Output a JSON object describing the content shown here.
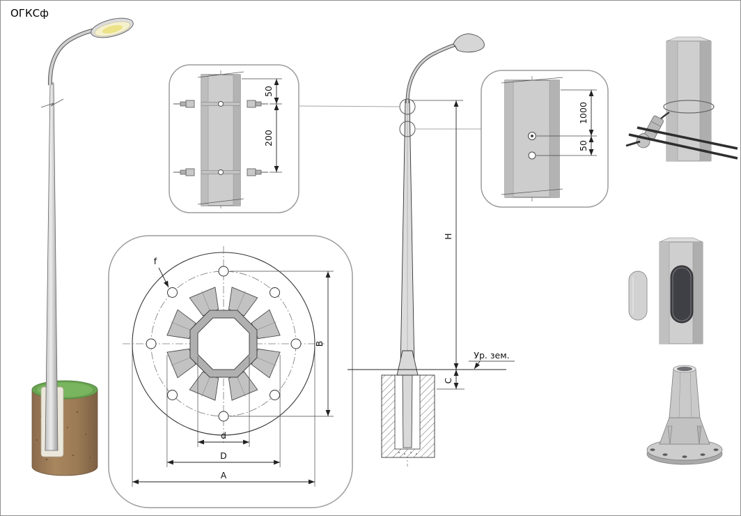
{
  "title": "ОГКСф",
  "palette": {
    "steel_light": "#dcdcdc",
    "steel_mid": "#c9c9c9",
    "steel_dark": "#a8a8a8",
    "line": "#333333",
    "callout_stroke": "#9c9c9c",
    "foundation_tan": "#9d7c5c",
    "grass_green": "#69a351",
    "hatch": "#555555"
  },
  "clamp_detail": {
    "dim_top": "50",
    "dim_span": "200"
  },
  "hole_detail": {
    "dim_top": "1000",
    "dim_span": "50"
  },
  "elevation": {
    "height": "H",
    "reveal": "C",
    "ground": "Ур. зем."
  },
  "flange_detail": {
    "hole": "f",
    "bolt_span": "B",
    "inner": "d",
    "mid": "D",
    "outer": "A"
  }
}
